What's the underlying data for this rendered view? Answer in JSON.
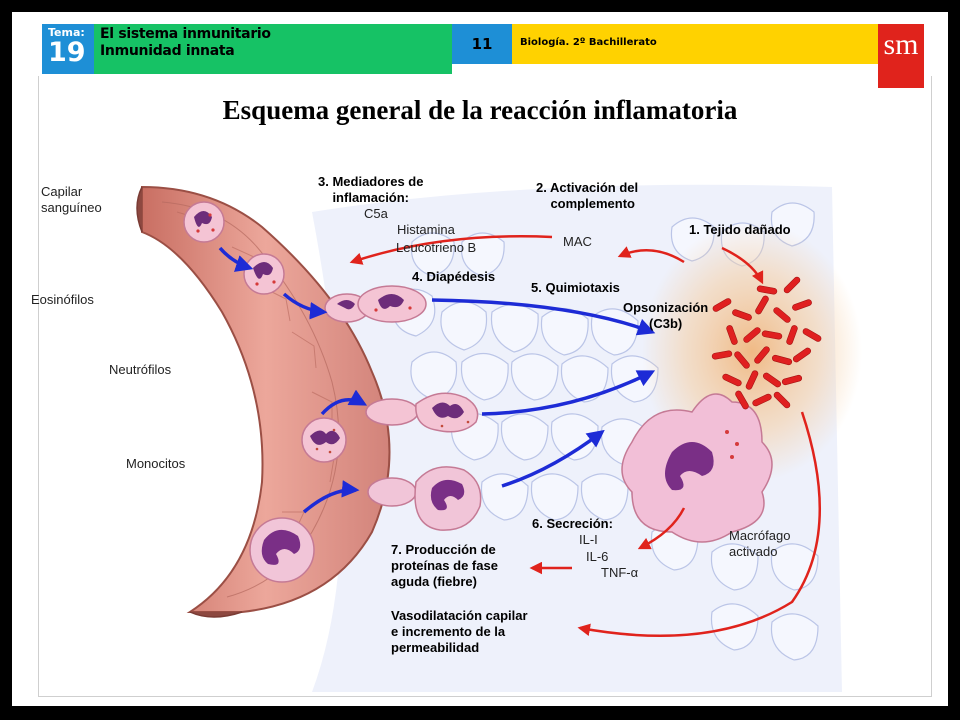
{
  "header": {
    "tema_label": "Tema:",
    "tema_number": "19",
    "topic_line1": "El sistema inmunitario",
    "topic_line2": "Inmunidad innata",
    "page_number": "11",
    "subject": "Biología. 2º Bachillerato",
    "publisher_logo": "sm"
  },
  "colors": {
    "tema_blue": "#1e8fd6",
    "topic_green": "#16c265",
    "subject_yellow": "#ffd200",
    "logo_red": "#e0231c",
    "arrow_blue": "#1d2bd6",
    "arrow_red": "#e0231c",
    "vessel_pink": "#e8a196",
    "bacteria_red": "#e02020"
  },
  "title": "Esquema general de la reacción inflamatoria",
  "labels": {
    "capilar": "Capilar\nsanguíneo",
    "eosinofilos": "Eosinófilos",
    "neutrofilos": "Neutrófilos",
    "monocitos": "Monocitos",
    "mediadores": "3. Mediadores de\n    inflamación:",
    "c5a": "C5a",
    "histamina": "Histamina",
    "leucotrieno": "Leucotrieno B",
    "activacion": "2. Activación del\n    complemento",
    "mac": "MAC",
    "tejido": "1. Tejido dañado",
    "diapedesis": "4. Diapédesis",
    "quimiotaxis": "5. Quimiotaxis",
    "opsonizacion": "Opsonización\n(C3b)",
    "secrecion": "6. Secreción:",
    "il1": "IL-I",
    "il6": "IL-6",
    "tnf": "TNF-α",
    "macrofago": "Macrófago\nactivado",
    "produccion": "7. Producción de\nproteínas de fase\naguda (fiebre)",
    "vasodilatacion": "Vasodilatación capilar\ne incremento de la\npermeabilidad"
  },
  "icons": {
    "tema": "tema-badge-icon",
    "logo": "sm-logo-icon"
  }
}
